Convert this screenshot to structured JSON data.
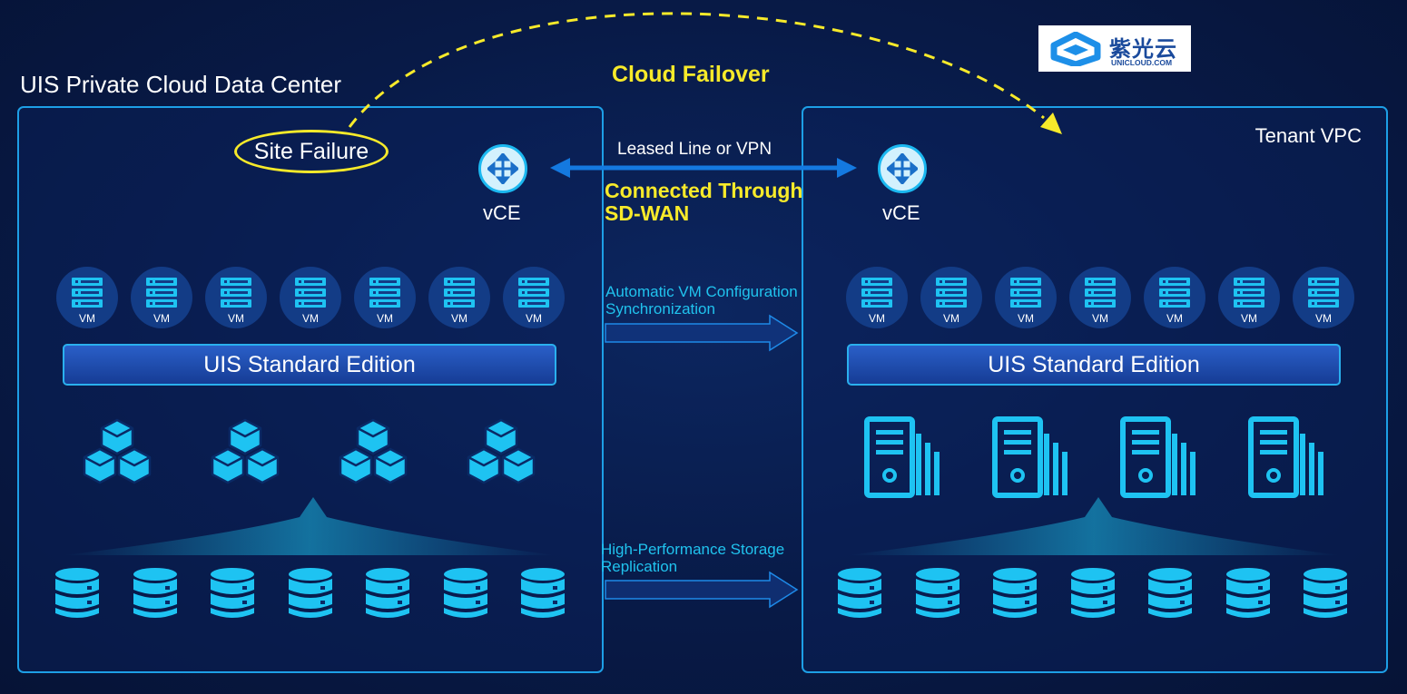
{
  "left_site": {
    "title": "UIS Private Cloud Data Center",
    "site_failure_label": "Site Failure",
    "vce_label": "vCE",
    "vm_label": "VM",
    "edition_label": "UIS Standard Edition"
  },
  "right_site": {
    "title": "Tenant VPC",
    "vce_label": "vCE",
    "vm_label": "VM",
    "edition_label": "UIS Standard Edition"
  },
  "logo": {
    "name": "紫光云",
    "domain": "UNICLOUD.COM"
  },
  "connections": {
    "cloud_failover": "Cloud Failover",
    "leased_line": "Leased Line or VPN",
    "sdwan_line1": "Connected Through",
    "sdwan_line2": "SD-WAN",
    "vm_sync_line1": "Automatic VM Configuration",
    "vm_sync_line2": "Synchronization",
    "storage_line1": "High-Performance Storage",
    "storage_line2": "Replication"
  },
  "colors": {
    "highlight_yellow": "#f7ea2a",
    "accent_cyan": "#20c3ee",
    "panel_border": "#1d9fe6",
    "arrow_blue": "#1479e0"
  },
  "icons": {
    "vce": "router-icon",
    "vm": "server-rack-icon",
    "compute_left": "cubes-icon",
    "compute_right": "tower-servers-icon",
    "storage": "database-icon"
  }
}
